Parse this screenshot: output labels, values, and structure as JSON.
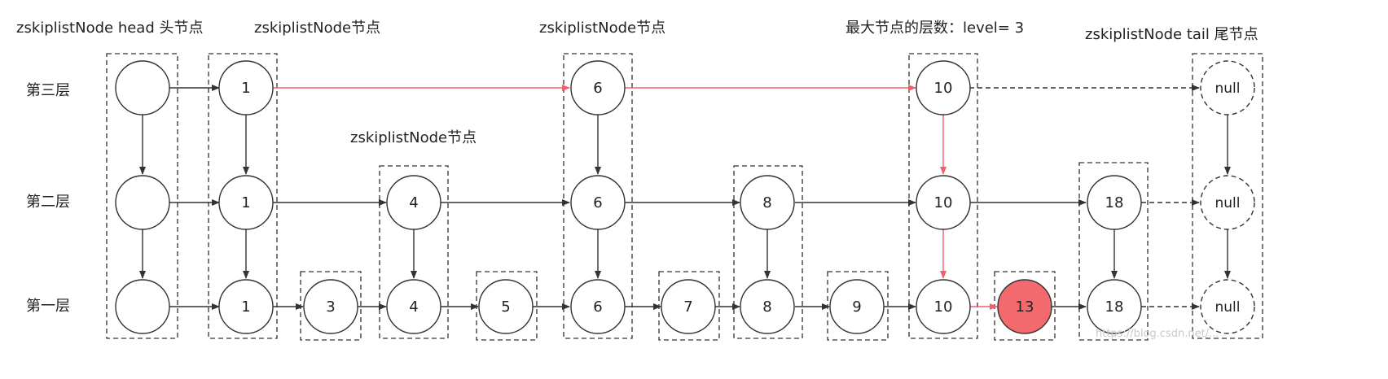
{
  "labels": {
    "head": "zskiplistNode  head 头节点",
    "node_a": "zskiplistNode节点",
    "node_b": "zskiplistNode节点",
    "node_c": "zskiplistNode节点",
    "max_level": "最大节点的层数：level= 3",
    "tail": "zskiplistNode   tail 尾节点"
  },
  "layers": [
    "第三层",
    "第二层",
    "第一层"
  ],
  "null_text": "null",
  "nodes": [
    {
      "key": "head",
      "value": ""
    },
    {
      "key": "n1",
      "value": "1"
    },
    {
      "key": "n3",
      "value": "3"
    },
    {
      "key": "n4",
      "value": "4"
    },
    {
      "key": "n5",
      "value": "5"
    },
    {
      "key": "n6",
      "value": "6"
    },
    {
      "key": "n7",
      "value": "7"
    },
    {
      "key": "n8",
      "value": "8"
    },
    {
      "key": "n9",
      "value": "9"
    },
    {
      "key": "n10",
      "value": "10"
    },
    {
      "key": "n13",
      "value": "13"
    },
    {
      "key": "n18",
      "value": "18"
    }
  ],
  "watermark": "https://blog.csdn.net/...",
  "colors": {
    "search_path": "#f0606b",
    "highlight_fill": "#f26a6e",
    "stroke": "#333333"
  }
}
